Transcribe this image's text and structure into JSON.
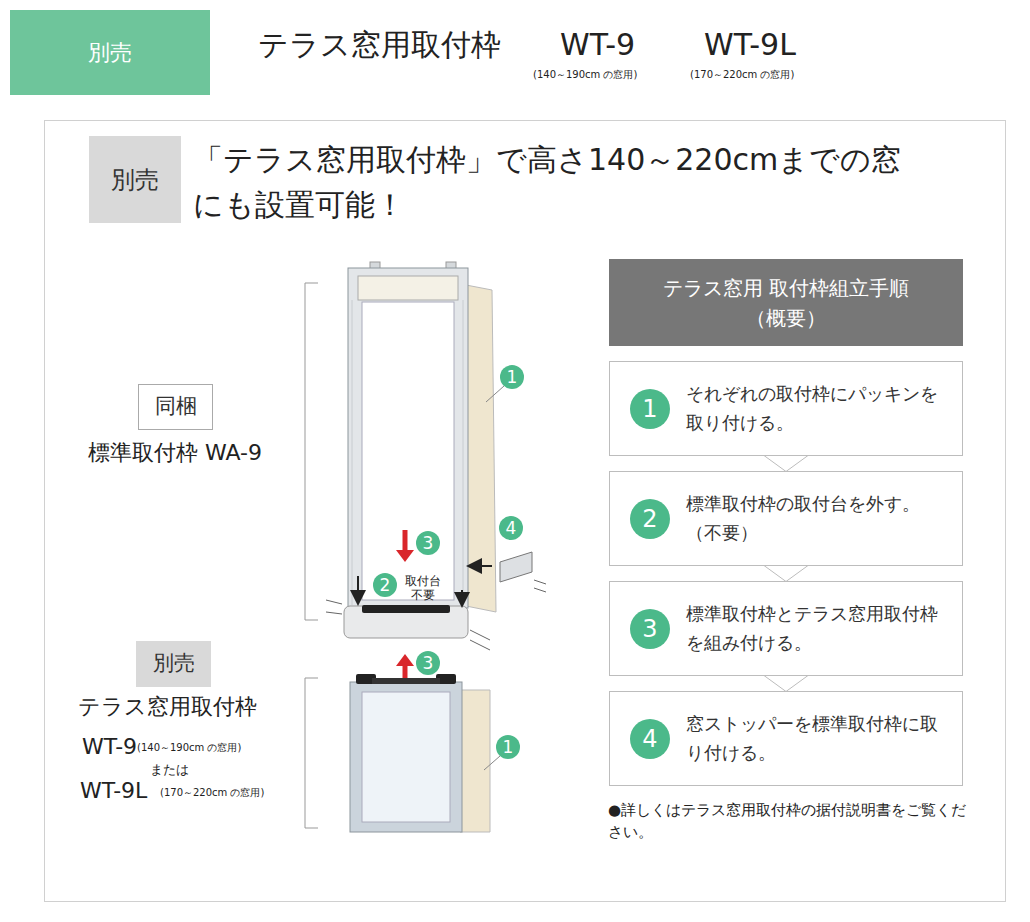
{
  "diagram": {
    "title": "テラス窓用取付枠",
    "nodes": [
      {
        "text": [
          "別売"
        ]
      },
      {
        "text": [
          "「テラス窓用取付枠」で高さ140～220cmまでの窓にも設置可能！"
        ]
      },
      {
        "text": [
          "別売"
        ],
        "in": 1
      },
      {
        "text": [
          "同梱"
        ],
        "in": 1
      },
      {
        "text": [
          "別売"
        ],
        "in": 1
      },
      {
        "text": [
          "テラス窓用 取付枠組立手順（概要）"
        ],
        "in": 1
      },
      {
        "text": [
          "それぞれの取付枠にパッキンを取り付ける。"
        ],
        "in": 1
      },
      {
        "text": [
          "1"
        ],
        "in": 6
      },
      {
        "text": [
          "標準取付枠の取付台を外す。（不要）"
        ],
        "in": 1
      },
      {
        "text": [
          "2"
        ],
        "in": 8
      },
      {
        "text": [
          "標準取付枠とテラス窓用取付枠を組み付ける。"
        ],
        "in": 1
      },
      {
        "text": [
          "3"
        ],
        "in": 10
      },
      {
        "text": [
          "窓ストッパーを標準取付枠に取り付ける。"
        ],
        "in": 1
      },
      {
        "text": [
          "4"
        ],
        "in": 12
      }
    ],
    "edges": [
      {
        "from": 6,
        "to": 8,
        "arrow": "to"
      },
      {
        "from": 8,
        "to": 10,
        "arrow": "to"
      },
      {
        "from": 10,
        "to": 12,
        "arrow": "to"
      }
    ],
    "labels": [
      "WT-9",
      "(140～190cm の窓用)",
      "WT-9L",
      "(170～220cm の窓用)",
      "1",
      "3",
      "2",
      "取付台 不要",
      "4",
      "標準取付枠 WA-9",
      "3",
      "テラス窓用取付枠",
      "WT-9",
      "(140～190cm の窓用)",
      "または",
      "WT-9L",
      "(170～220cm の窓用)",
      "1",
      "●詳しくはテラス窓用取付枠の据付説明書をご覧ください。"
    ]
  }
}
